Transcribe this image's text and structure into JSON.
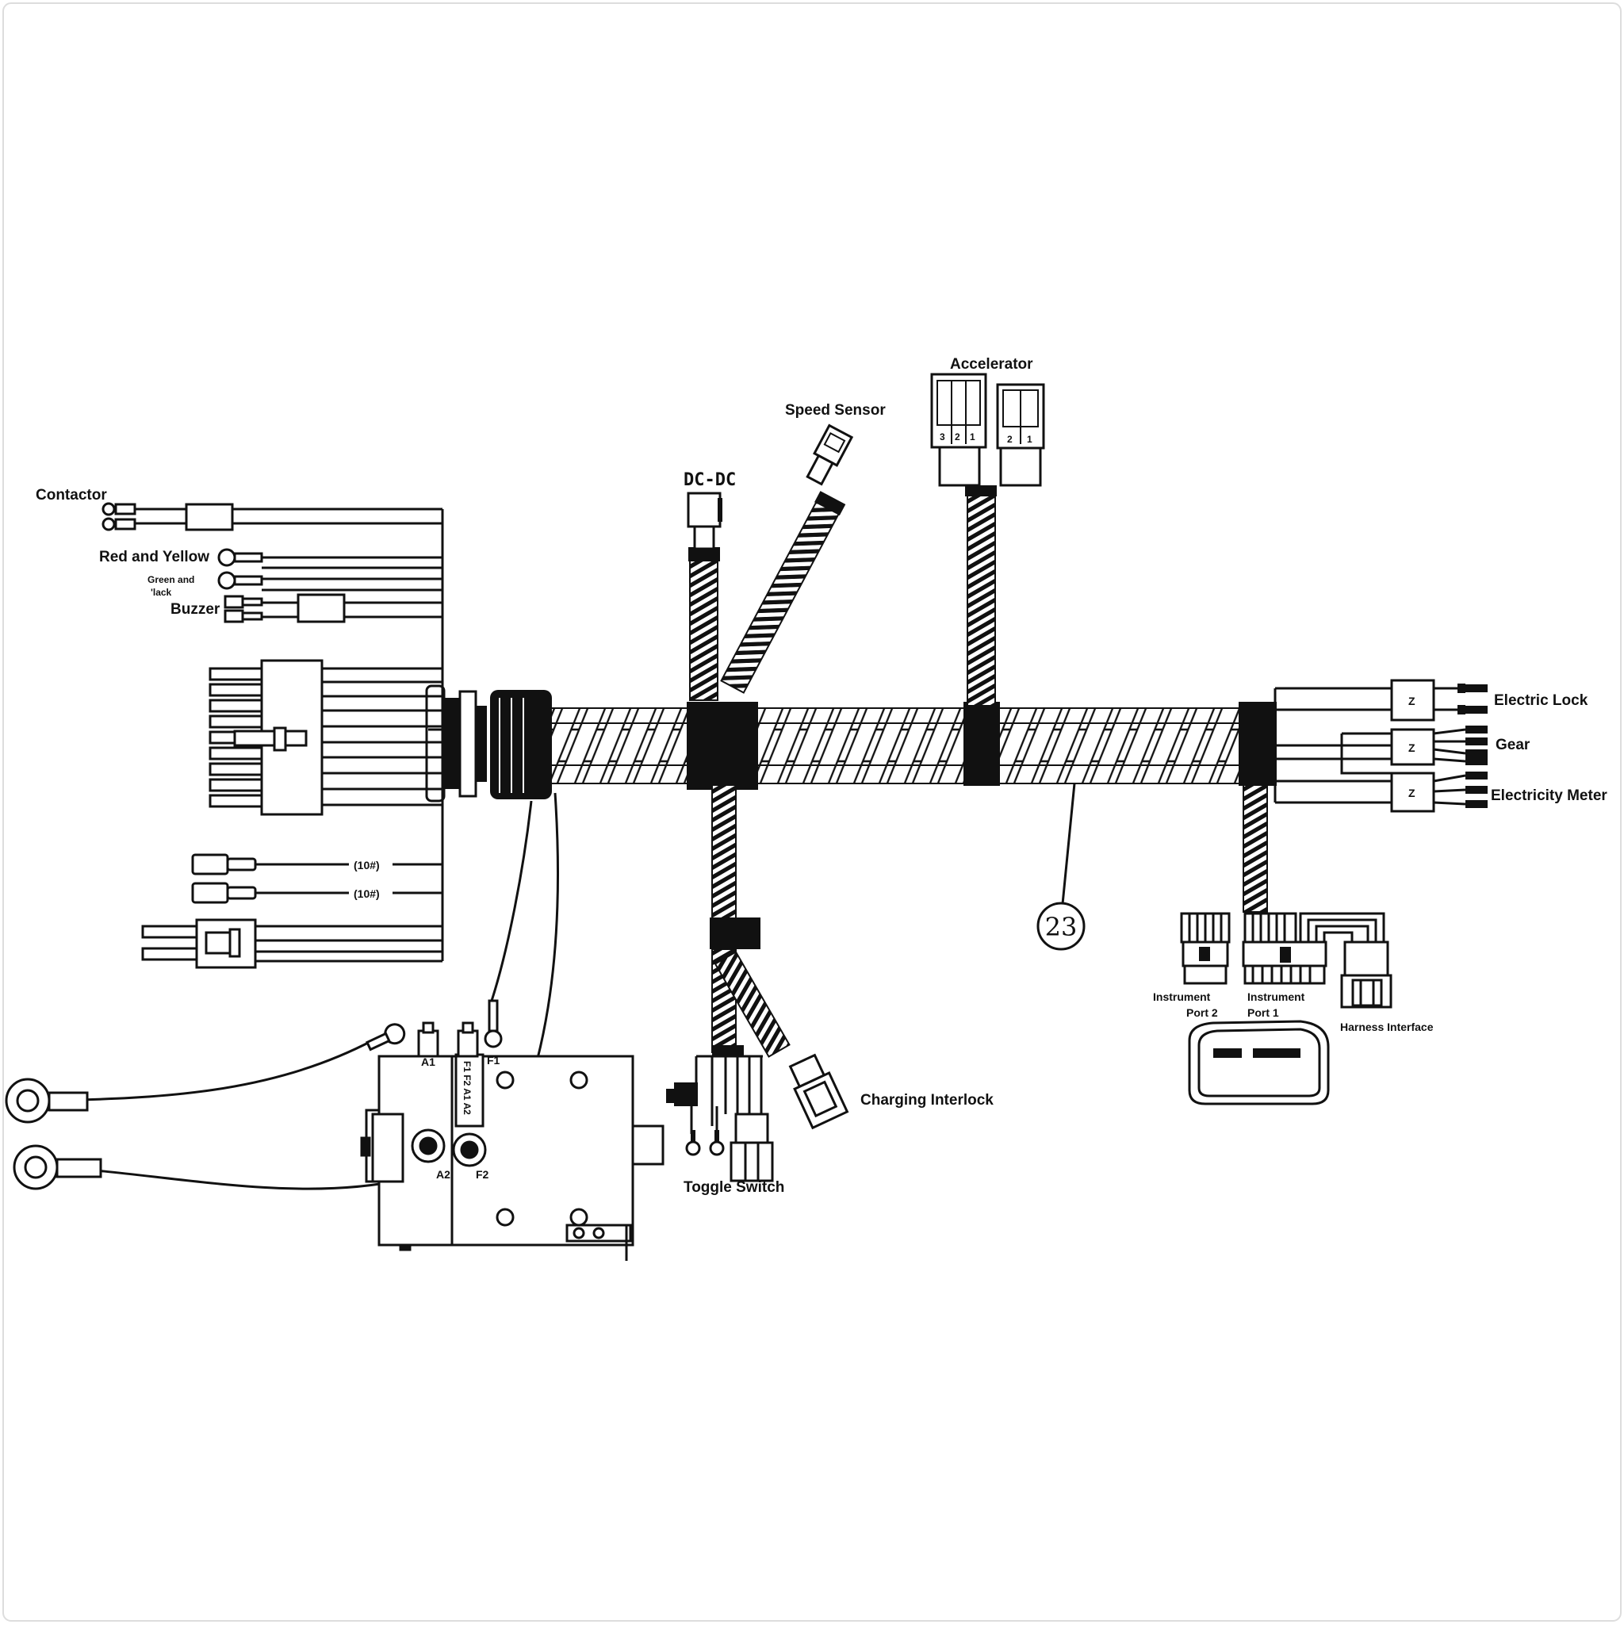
{
  "diagram": {
    "callout_number": "23",
    "labels": {
      "contactor": "Contactor",
      "red_and_yellow": "Red and Yellow",
      "green_and_black_line1": "Green and",
      "green_and_black_line2": "'lack",
      "buzzer": "Buzzer",
      "wire_10a": "(10#)",
      "wire_10b": "(10#)",
      "dc_dc": "DC-DC",
      "speed_sensor": "Speed Sensor",
      "accelerator": "Accelerator",
      "electric_lock": "Electric Lock",
      "gear": "Gear",
      "electricity_meter": "Electricity Meter",
      "instrument_port_2_line1": "Instrument",
      "instrument_port_2_line2": "Port 2",
      "instrument_port_1_line1": "Instrument",
      "instrument_port_1_line2": "Port 1",
      "harness_interface": "Harness Interface",
      "charging_interlock": "Charging Interlock",
      "toggle_switch": "Toggle Switch",
      "terminal_a1": "A1",
      "terminal_f1": "F1",
      "terminal_a2": "A2",
      "terminal_f2": "F2",
      "motor_plate": "F1 F2 A1 A2",
      "z1": "Z",
      "z2": "Z",
      "z3": "Z",
      "pin3": "3",
      "pin2": "2",
      "pin1": "1",
      "pin2b": "2",
      "pin1b": "1"
    }
  }
}
